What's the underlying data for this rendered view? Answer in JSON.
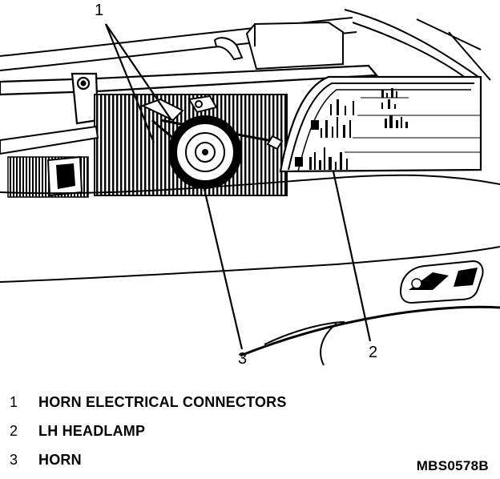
{
  "callouts": [
    {
      "num": "1",
      "label": "HORN ELECTRICAL CONNECTORS"
    },
    {
      "num": "2",
      "label": "LH HEADLAMP"
    },
    {
      "num": "3",
      "label": "HORN"
    }
  ],
  "figure_id": "MBS0578B"
}
